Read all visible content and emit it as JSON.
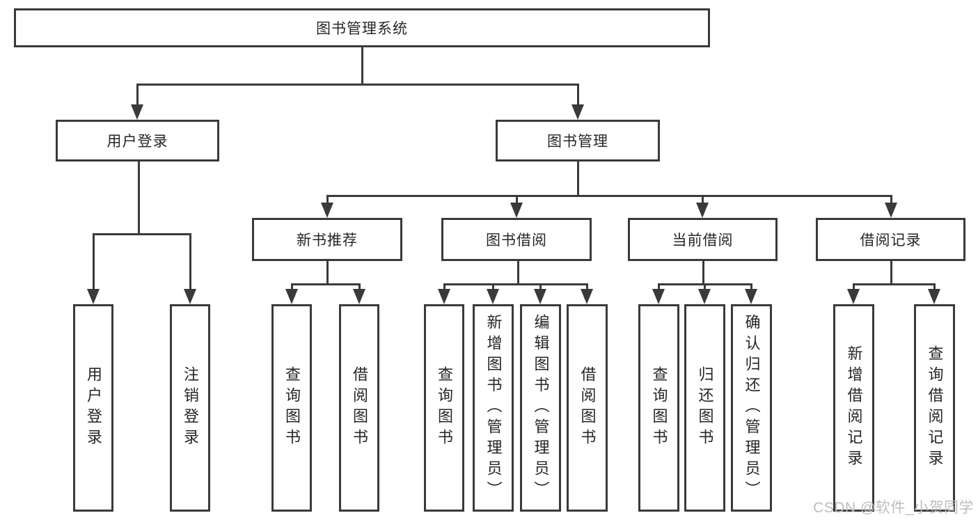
{
  "diagram": {
    "root": {
      "label": "图书管理系统"
    },
    "level2": [
      {
        "label": "用户登录"
      },
      {
        "label": "图书管理"
      }
    ],
    "level3": [
      {
        "label": "新书推荐"
      },
      {
        "label": "图书借阅"
      },
      {
        "label": "当前借阅"
      },
      {
        "label": "借阅记录"
      }
    ],
    "leaves": {
      "user_login": [
        "用户登录",
        "注销登录"
      ],
      "new_book": [
        "查询图书",
        "借阅图书"
      ],
      "book_borrow": [
        "查询图书",
        "新增图书（管理员）",
        "编辑图书（管理员）",
        "借阅图书"
      ],
      "current_borrow": [
        "查询图书",
        "归还图书",
        "确认归还（管理员）"
      ],
      "borrow_record": [
        "新增借阅记录",
        "查询借阅记录"
      ]
    }
  },
  "watermark": "CSDN @软件_小贺同学",
  "colors": {
    "line": "#3a3a3a",
    "text": "#262626",
    "background": "#ffffff",
    "watermark": "#bdbdbd"
  }
}
